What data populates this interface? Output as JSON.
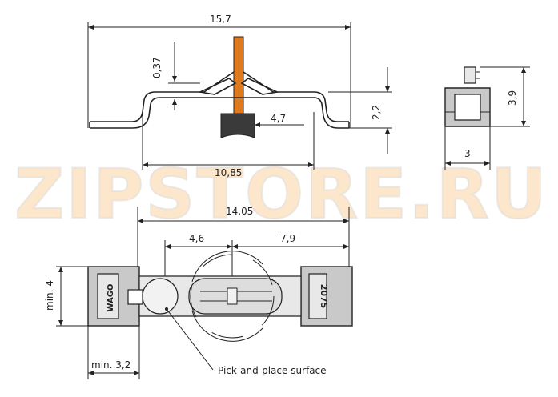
{
  "watermark": "ZIPSTORE.RU",
  "dimensions": {
    "overall_length": "15,7",
    "thickness": "0,37",
    "height": "2,2",
    "contact_offset": "4,7",
    "inner_length": "10,85",
    "side_height": "3,9",
    "side_width": "3",
    "pad_spacing": "14,05",
    "left_offset": "4,6",
    "right_offset": "7,9",
    "pad_height": "min. 4",
    "pad_width": "min. 3,2"
  },
  "part_markings": {
    "logo": "WAGO",
    "part_number": "2075"
  },
  "callout": "Pick-and-place surface",
  "colors": {
    "contact_pin": "#e07a1f",
    "body": "#c9c9c9",
    "dark_block": "#3a3a3a",
    "watermark": "#f6a23a"
  }
}
